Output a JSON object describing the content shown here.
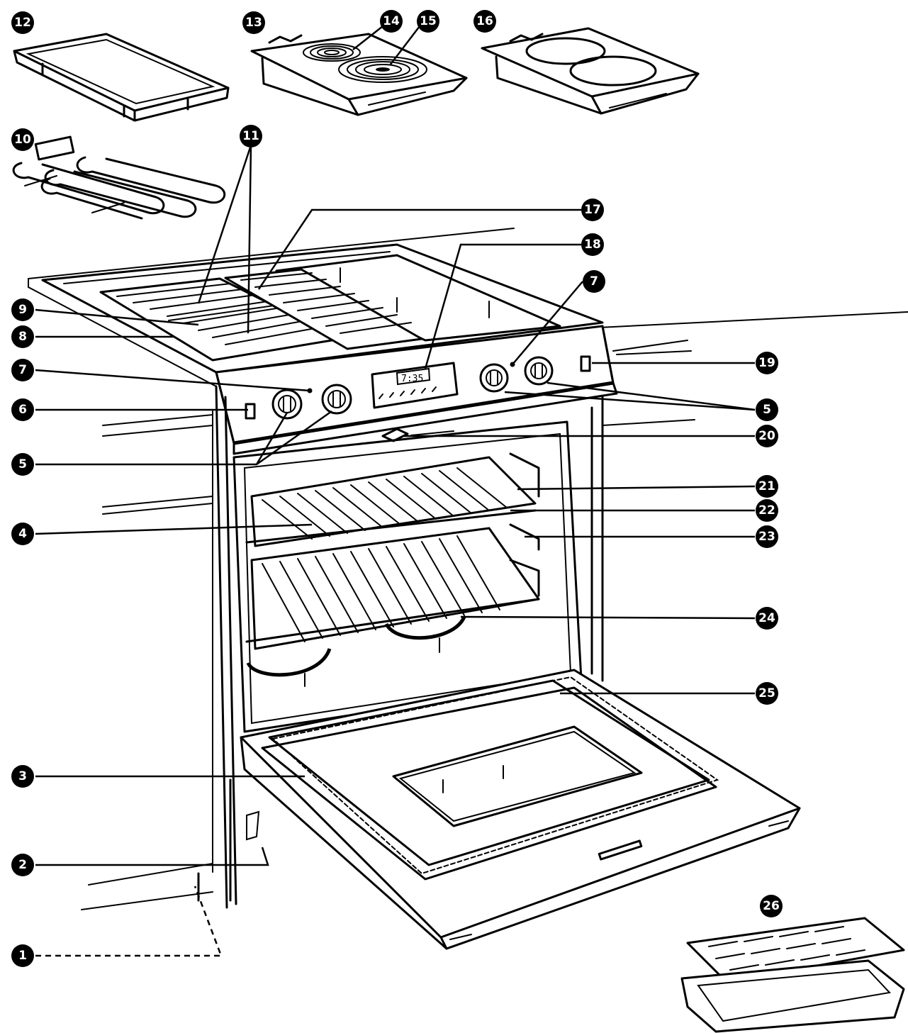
{
  "callouts": [
    {
      "id": "c1",
      "label": "1"
    },
    {
      "id": "c2",
      "label": "2"
    },
    {
      "id": "c3",
      "label": "3"
    },
    {
      "id": "c4",
      "label": "4"
    },
    {
      "id": "c5a",
      "label": "5"
    },
    {
      "id": "c5b",
      "label": "5"
    },
    {
      "id": "c6",
      "label": "6"
    },
    {
      "id": "c7a",
      "label": "7"
    },
    {
      "id": "c7b",
      "label": "7"
    },
    {
      "id": "c8",
      "label": "8"
    },
    {
      "id": "c9",
      "label": "9"
    },
    {
      "id": "c10",
      "label": "10"
    },
    {
      "id": "c11",
      "label": "11"
    },
    {
      "id": "c12",
      "label": "12"
    },
    {
      "id": "c13",
      "label": "13"
    },
    {
      "id": "c14",
      "label": "14"
    },
    {
      "id": "c15",
      "label": "15"
    },
    {
      "id": "c16",
      "label": "16"
    },
    {
      "id": "c17",
      "label": "17"
    },
    {
      "id": "c18",
      "label": "18"
    },
    {
      "id": "c19",
      "label": "19"
    },
    {
      "id": "c20",
      "label": "20"
    },
    {
      "id": "c21",
      "label": "21"
    },
    {
      "id": "c22",
      "label": "22"
    },
    {
      "id": "c23",
      "label": "23"
    },
    {
      "id": "c24",
      "label": "24"
    },
    {
      "id": "c25",
      "label": "25"
    },
    {
      "id": "c26",
      "label": "26"
    }
  ],
  "display_readout": "7:35"
}
